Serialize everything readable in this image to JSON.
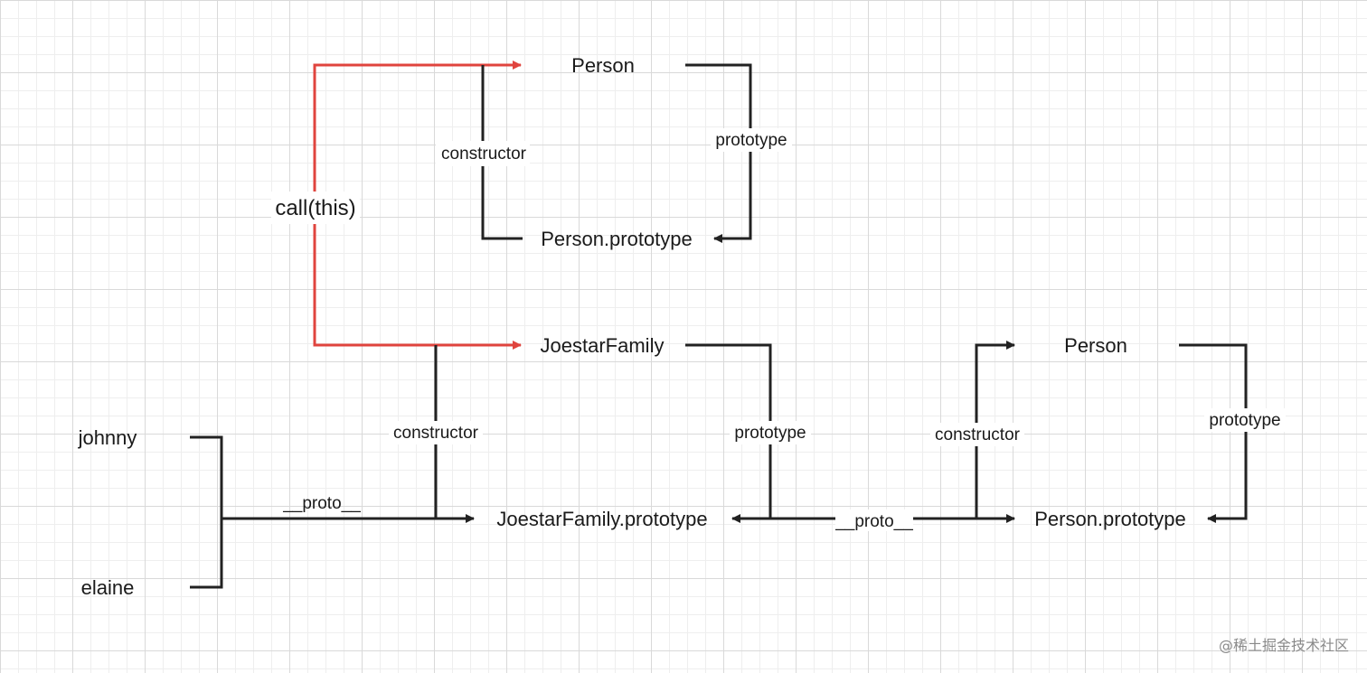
{
  "nodes": {
    "person_top": "Person",
    "person_prototype_top": "Person.prototype",
    "joestar_family": "JoestarFamily",
    "joestar_family_prototype": "JoestarFamily.prototype",
    "person_right": "Person",
    "person_prototype_right": "Person.prototype",
    "johnny": "johnny",
    "elaine": "elaine"
  },
  "edge_labels": {
    "call_this": "call(this)",
    "constructor_top": "constructor",
    "prototype_top": "prototype",
    "constructor_mid": "constructor",
    "prototype_mid": "prototype",
    "constructor_right": "constructor",
    "prototype_right": "prototype",
    "proto_left": "__proto__",
    "proto_mid": "__proto__"
  },
  "colors": {
    "accent_red": "#e0443e",
    "line": "#222222"
  },
  "watermark": "@稀土掘金技术社区"
}
